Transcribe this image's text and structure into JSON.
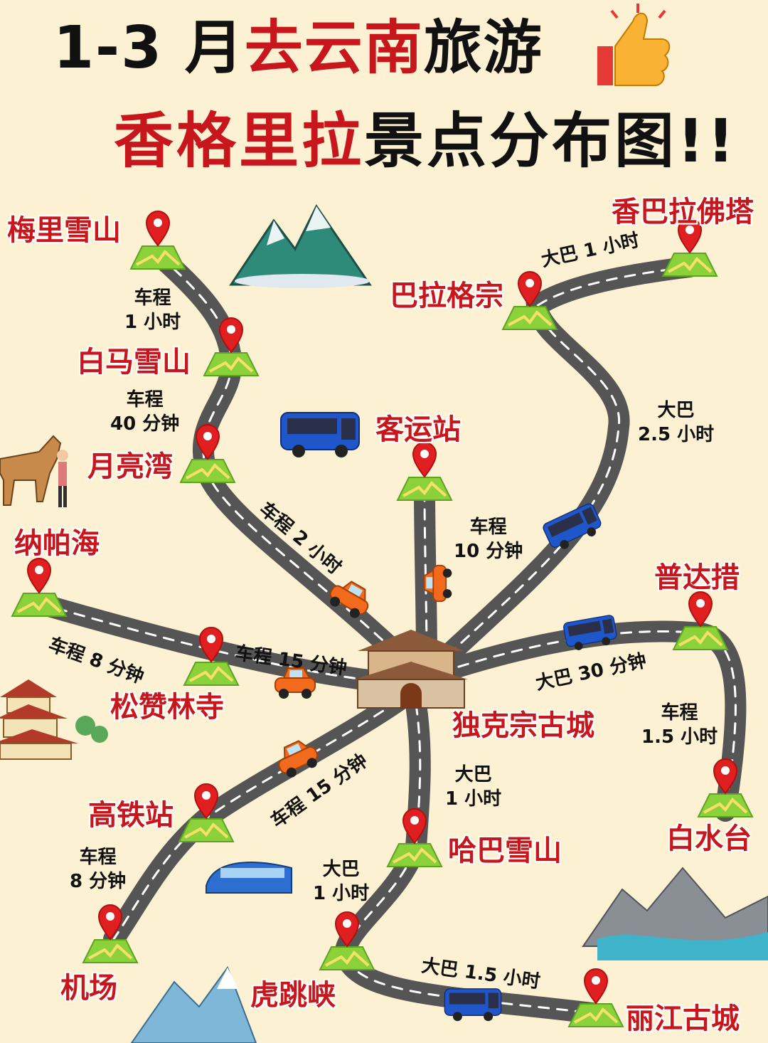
{
  "title": {
    "line1_part1": "1-3 月",
    "line1_part2": "去云南",
    "line1_part3": "旅游",
    "line2_part1": "香格里拉",
    "line2_part2": "景点分布图!!"
  },
  "places": {
    "meili": "梅里雪山",
    "baima": "白马雪山",
    "yueliang": "月亮湾",
    "napahai": "纳帕海",
    "songzanlin": "松赞林寺",
    "gaotie": "高铁站",
    "jichang": "机场",
    "hutiaoxia": "虎跳峡",
    "lijiang": "丽江古城",
    "haba": "哈巴雪山",
    "baishuitai": "白水台",
    "pudacuo": "普达措",
    "dukezong": "独克宗古城",
    "keyunzhan": "客运站",
    "balagezong": "巴拉格宗",
    "xiangbala": "香巴拉佛塔"
  },
  "routes": {
    "meili_baima_1": "车程",
    "meili_baima_2": "1 小时",
    "baima_yueliang_1": "车程",
    "baima_yueliang_2": "40 分钟",
    "yueliang_center": "车程 2 小时",
    "napahai_songzanlin": "车程 8 分钟",
    "songzanlin_center": "车程 15 分钟",
    "keyun_center_1": "车程",
    "keyun_center_2": "10 分钟",
    "balagezong_xiangbala": "大巴 1 小时",
    "balagezong_center_1": "大巴",
    "balagezong_center_2": "2.5 小时",
    "center_pudacuo": "大巴 30 分钟",
    "pudacuo_baishuitai_1": "车程",
    "pudacuo_baishuitai_2": "1.5 小时",
    "center_gaotie": "车程 15 分钟",
    "gaotie_jichang_1": "车程",
    "gaotie_jichang_2": "8 分钟",
    "center_haba_1": "大巴",
    "center_haba_2": "1 小时",
    "haba_hutiao_1": "大巴",
    "haba_hutiao_2": "1 小时",
    "hutiao_lijiang": "大巴 1.5 小时"
  },
  "icons": [
    "thumbs-up-icon",
    "map-pin-icon",
    "bus-icon",
    "car-icon",
    "train-icon",
    "mountain-icon",
    "horse-icon",
    "pagoda-icon",
    "ancient-gate-icon"
  ],
  "colors": {
    "red": "#c8161d",
    "road": "#555555",
    "background": "#fdf1d4",
    "pin": "#e02020",
    "marker": "#8bd13a"
  }
}
